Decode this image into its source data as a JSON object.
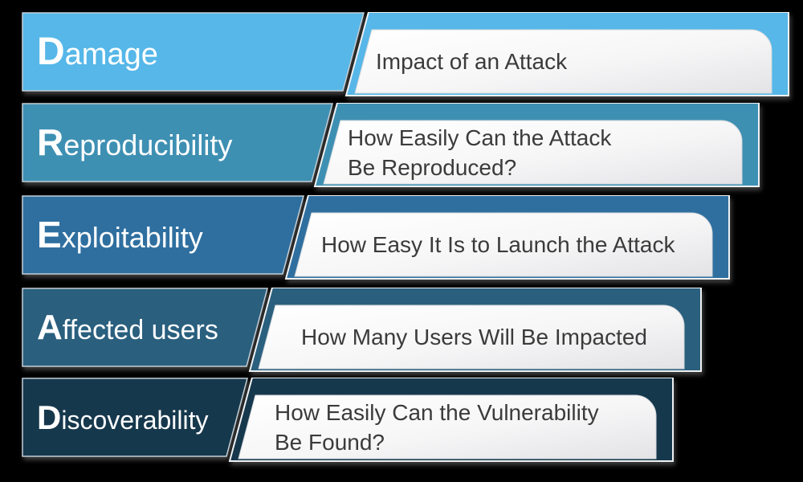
{
  "diagram": {
    "background_color": "#000000",
    "label_text_color": "#ffffff",
    "description_text_color": "#3b3b3b",
    "panel_gradient": [
      "#ffffff",
      "#f6f6f7",
      "#e3e3e6"
    ],
    "border_color": "#eef1f3"
  },
  "rows": [
    {
      "term": "Damage",
      "letter": "D",
      "rest": "amage",
      "description": "Impact of an Attack",
      "description_lines": [
        "Impact of an Attack"
      ],
      "color": "#56B7E8"
    },
    {
      "term": "Reproducibility",
      "letter": "R",
      "rest": "eproducibility",
      "description": "How Easily Can the Attack Be Reproduced?",
      "description_lines": [
        "How Easily Can the Attack",
        "Be Reproduced?"
      ],
      "color": "#3E90B3"
    },
    {
      "term": "Exploitability",
      "letter": "E",
      "rest": "xploitability",
      "description": "How Easy It Is to Launch the Attack",
      "description_lines": [
        "How Easy It Is to Launch the Attack"
      ],
      "color": "#2F6FA0"
    },
    {
      "term": "Affected users",
      "letter": "A",
      "rest": "ffected users",
      "description": "How Many Users Will Be Impacted",
      "description_lines": [
        "How Many Users Will Be Impacted"
      ],
      "color": "#2A5F7E"
    },
    {
      "term": "Discoverability",
      "letter": "D",
      "rest": "iscoverability",
      "description": "How Easily Can the Vulnerability Be Found?",
      "description_lines": [
        "How Easily Can the Vulnerability",
        "Be Found?"
      ],
      "color": "#16384D"
    }
  ]
}
